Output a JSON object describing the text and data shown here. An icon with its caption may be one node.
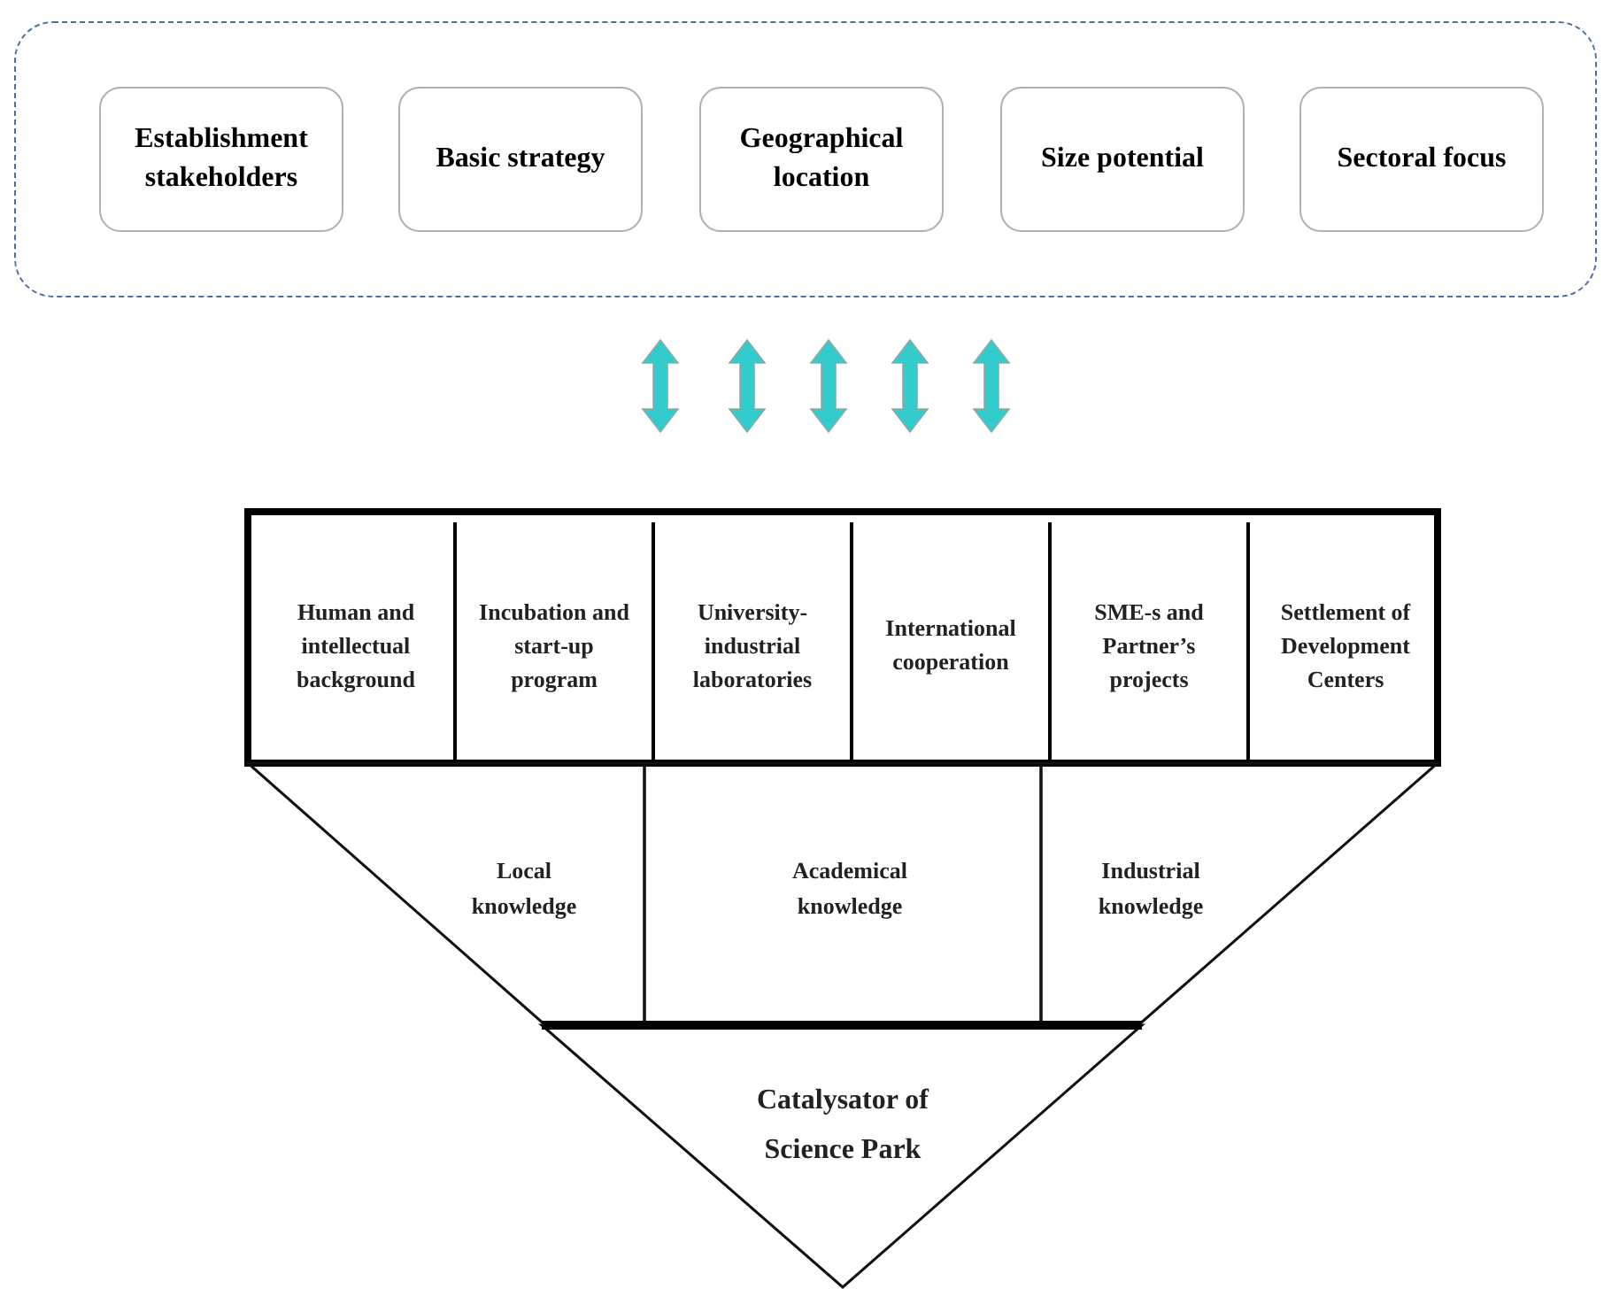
{
  "diagram": {
    "nodes": [
      {
        "text": [],
        "shape": "box"
      },
      {
        "text": [
          "Establishment stakeholders"
        ],
        "in": 0
      },
      {
        "text": [
          "Basic strategy"
        ],
        "in": 0
      },
      {
        "text": [
          "Geographical location"
        ],
        "in": 0
      },
      {
        "text": [
          "Size potential"
        ],
        "in": 0
      },
      {
        "text": [
          "Sectoral focus"
        ],
        "in": 0
      },
      {
        "text": [],
        "shape": "box"
      },
      {
        "text": [
          "Human and intellectual background"
        ],
        "in": 6
      },
      {
        "text": [
          "Incubation and start-up program"
        ],
        "in": 6
      },
      {
        "text": [
          "University-industrial laboratories"
        ],
        "in": 6
      },
      {
        "text": [
          "International cooperation"
        ],
        "in": 6
      },
      {
        "text": [
          "SME-s and Partner’s projects"
        ],
        "in": 6
      },
      {
        "text": [
          "Settlement of Development Centers"
        ],
        "in": 6
      },
      {
        "text": [
          "Local knowledge"
        ]
      },
      {
        "text": [
          "Academical knowledge"
        ]
      },
      {
        "text": [
          "Industrial knowledge"
        ]
      },
      {
        "text": [
          "Catalysator of Science Park"
        ]
      }
    ],
    "edges": [
      {
        "from": 0,
        "to": 6,
        "arrow": "both",
        "style": "thick",
        "color": "#33cccc"
      },
      {
        "from": 0,
        "to": 6,
        "arrow": "both",
        "style": "thick",
        "color": "#33cccc"
      },
      {
        "from": 0,
        "to": 6,
        "arrow": "both",
        "style": "thick",
        "color": "#33cccc"
      },
      {
        "from": 0,
        "to": 6,
        "arrow": "both",
        "style": "thick",
        "color": "#33cccc"
      },
      {
        "from": 0,
        "to": 6,
        "arrow": "both",
        "style": "thick",
        "color": "#33cccc"
      }
    ]
  }
}
